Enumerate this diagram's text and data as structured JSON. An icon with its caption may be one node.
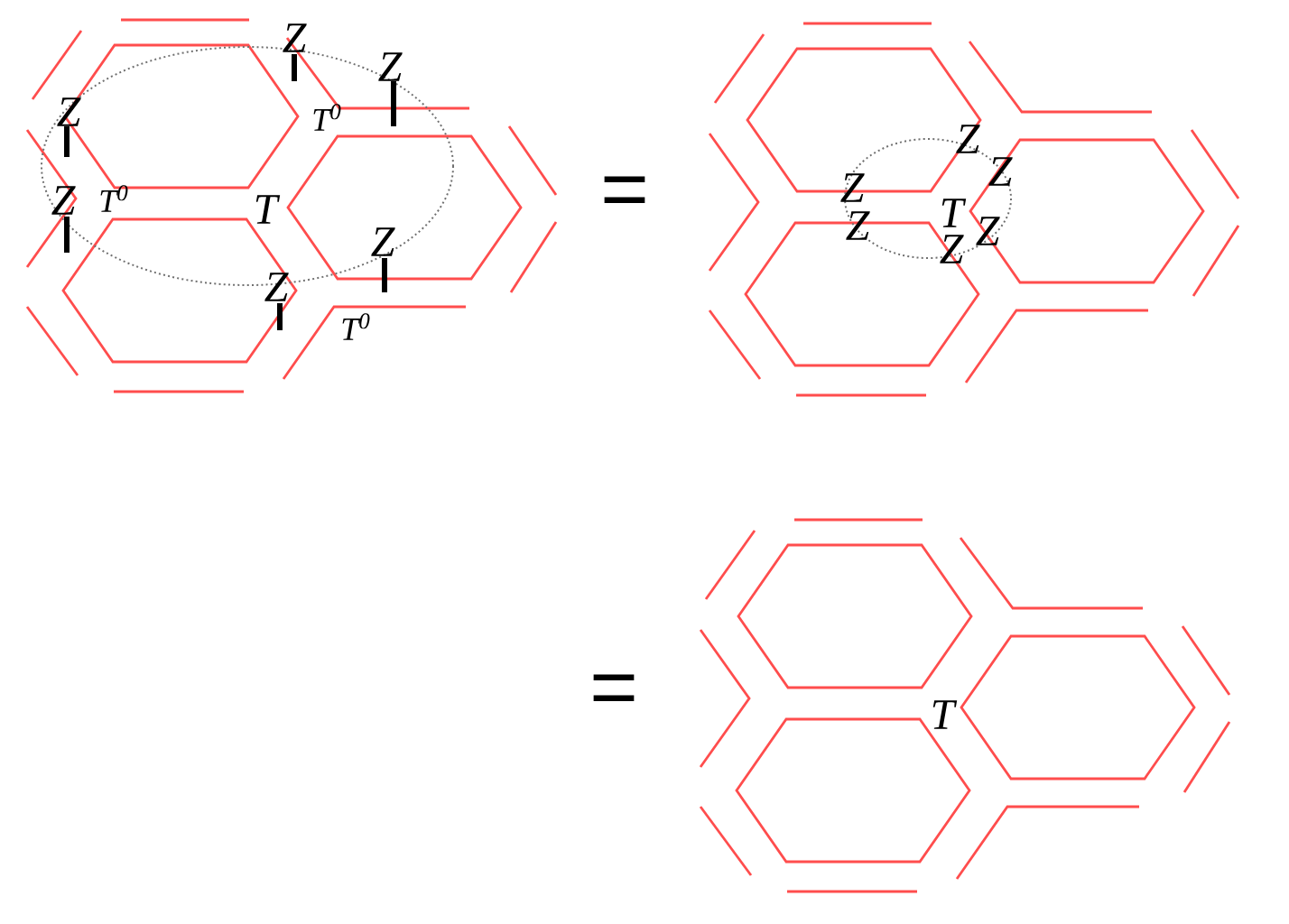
{
  "diagram": {
    "labels": [
      "Z",
      "Z",
      "Z",
      "T$^{0}$",
      "Z",
      "T$^{0}$",
      "T",
      "Z",
      "Z",
      "T$^{0}$",
      "=",
      "Z",
      "Z",
      "Z",
      "T",
      "Z",
      "Z",
      "Z",
      "=",
      "T"
    ]
  }
}
